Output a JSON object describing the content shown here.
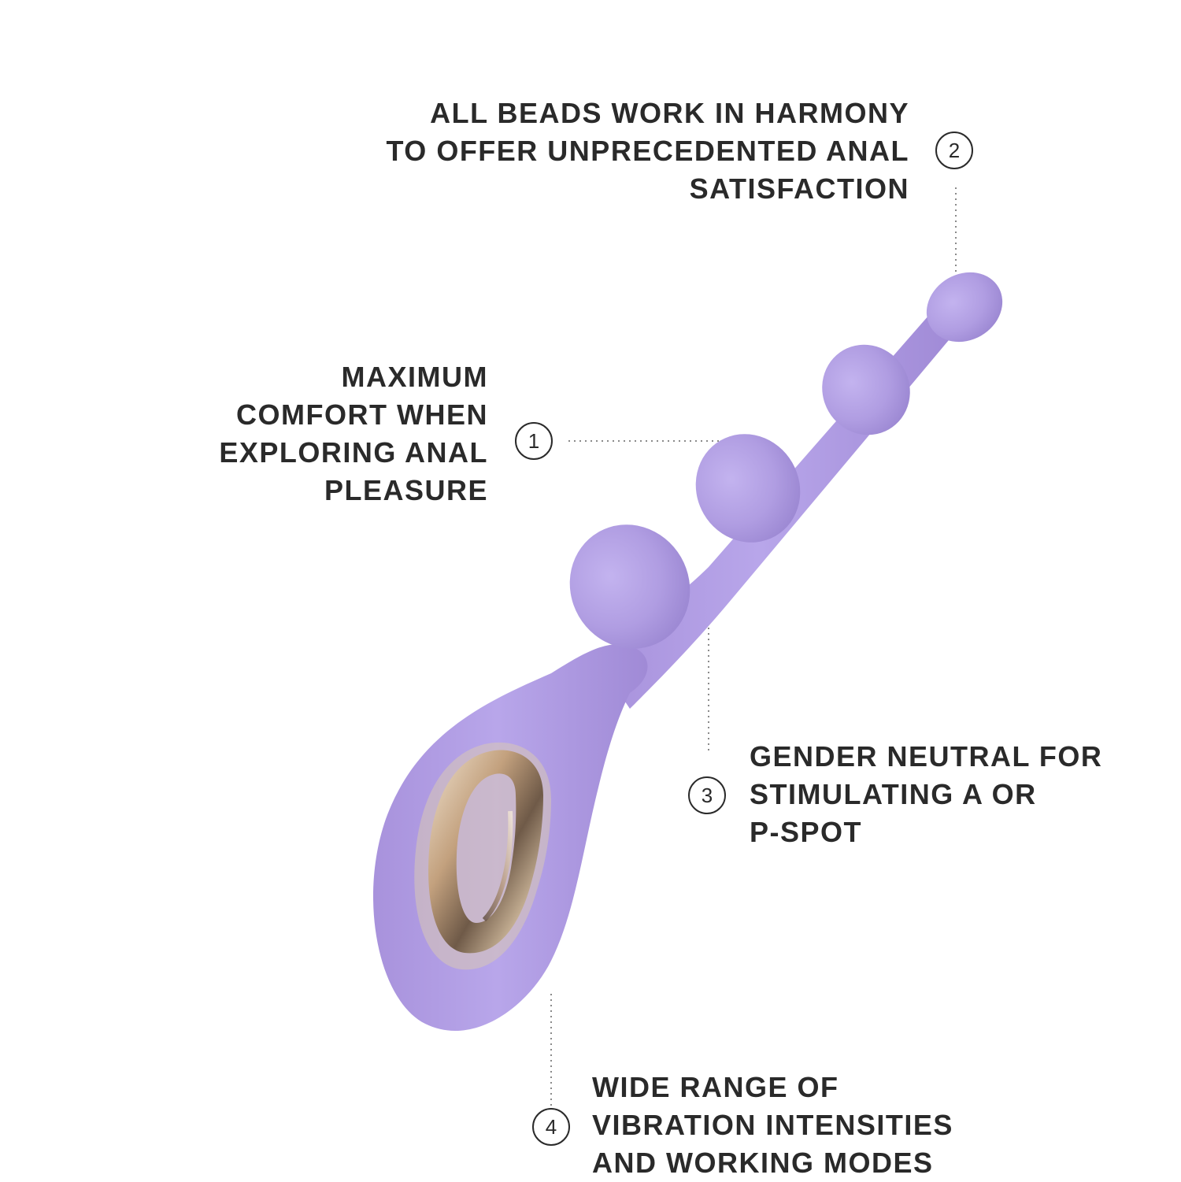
{
  "colors": {
    "background": "#ffffff",
    "text": "#2a2a2a",
    "product_purple": "#b3a1e3",
    "product_purple_dark": "#9b87d2",
    "ring_gold": "#c7ad8e"
  },
  "callouts": [
    {
      "number": "1",
      "lines": [
        "MAXIMUM",
        "COMFORT WHEN",
        "EXPLORING ANAL",
        "PLEASURE"
      ]
    },
    {
      "number": "2",
      "lines": [
        "ALL BEADS WORK IN HARMONY",
        "TO OFFER UNPRECEDENTED ANAL",
        "SATISFACTION"
      ]
    },
    {
      "number": "3",
      "lines": [
        "GENDER NEUTRAL FOR",
        "STIMULATING A OR",
        "P-SPOT"
      ]
    },
    {
      "number": "4",
      "lines": [
        "WIDE RANGE OF",
        "VIBRATION INTENSITIES",
        "AND WORKING MODES"
      ]
    }
  ]
}
